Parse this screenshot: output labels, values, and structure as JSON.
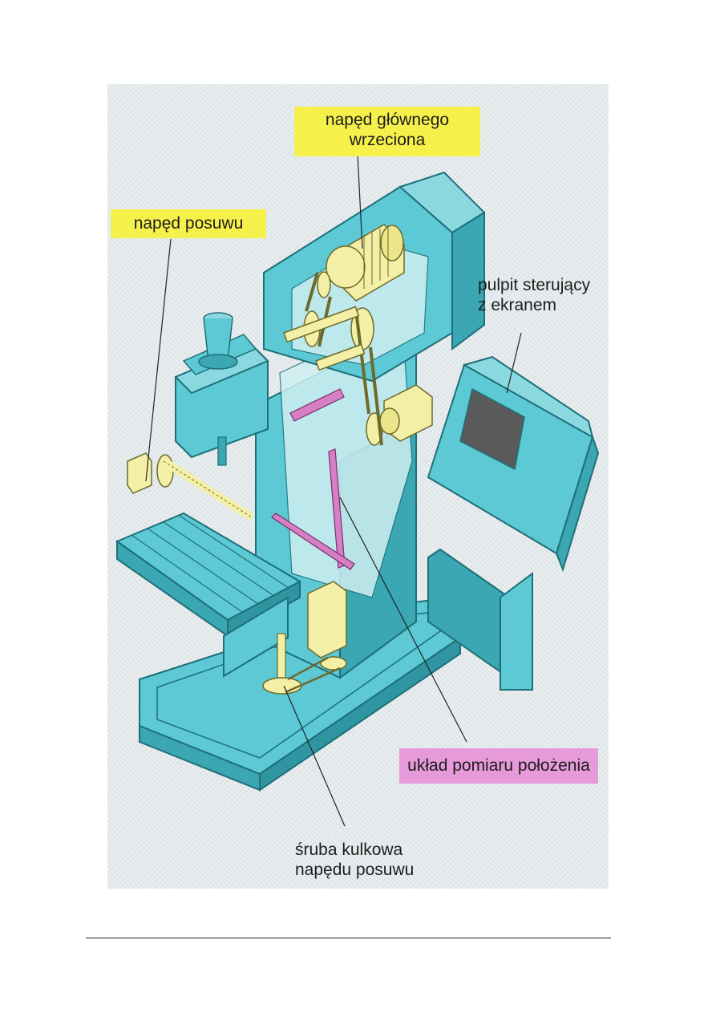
{
  "labels": {
    "main_spindle_drive": [
      "napęd głównego",
      "wrzeciona"
    ],
    "feed_drive": "napęd posuwu",
    "control_panel": [
      "pulpit sterujący",
      "z ekranem"
    ],
    "position_measurement": "układ pomiaru położenia",
    "ball_screw": [
      "śruba kulkowa",
      "napędu posuwu"
    ]
  },
  "colors": {
    "machine_body": "#5cc9d4",
    "machine_shadow": "#3aa7b3",
    "machine_edge": "#1e6f78",
    "drive_components": "#f3efa6",
    "measurement_scale": "#d77fc4",
    "yellow_label": "#f6f14a",
    "pink_label": "#e79ad9",
    "screen": "#5a5a5a"
  }
}
